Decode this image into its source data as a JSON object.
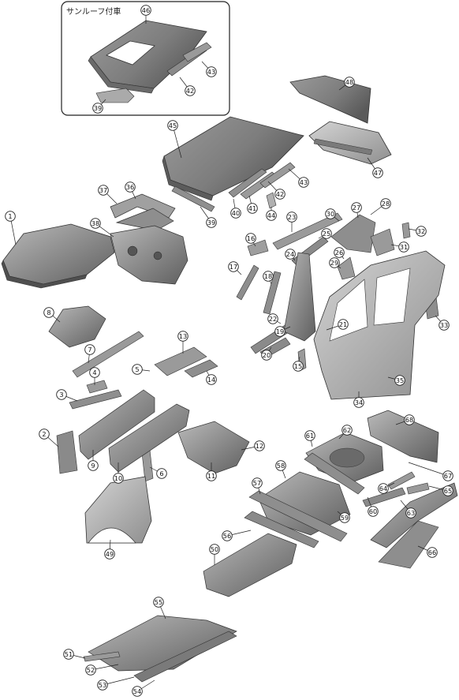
{
  "inset": {
    "title": "サンルーフ付車"
  },
  "palette": {
    "part_fill": "#8a8a8a",
    "part_dark": "#5e5e5e",
    "part_light": "#c4c4c4",
    "stroke": "#222222"
  },
  "callouts": [
    {
      "id": "c1",
      "label": "1"
    },
    {
      "id": "c2",
      "label": "2"
    },
    {
      "id": "c3",
      "label": "3"
    },
    {
      "id": "c4",
      "label": "4"
    },
    {
      "id": "c5",
      "label": "5"
    },
    {
      "id": "c6",
      "label": "6"
    },
    {
      "id": "c7",
      "label": "7"
    },
    {
      "id": "c8",
      "label": "8"
    },
    {
      "id": "c9",
      "label": "9"
    },
    {
      "id": "c10",
      "label": "10"
    },
    {
      "id": "c11",
      "label": "11"
    },
    {
      "id": "c12",
      "label": "12"
    },
    {
      "id": "c13",
      "label": "13"
    },
    {
      "id": "c14",
      "label": "14"
    },
    {
      "id": "c15",
      "label": "15"
    },
    {
      "id": "c16",
      "label": "16"
    },
    {
      "id": "c17",
      "label": "17"
    },
    {
      "id": "c18",
      "label": "18"
    },
    {
      "id": "c19",
      "label": "19"
    },
    {
      "id": "c20",
      "label": "20"
    },
    {
      "id": "c21",
      "label": "21"
    },
    {
      "id": "c22",
      "label": "22"
    },
    {
      "id": "c23",
      "label": "23"
    },
    {
      "id": "c24",
      "label": "24"
    },
    {
      "id": "c25",
      "label": "25"
    },
    {
      "id": "c26",
      "label": "26"
    },
    {
      "id": "c27",
      "label": "27"
    },
    {
      "id": "c28",
      "label": "28"
    },
    {
      "id": "c29",
      "label": "29"
    },
    {
      "id": "c30",
      "label": "30"
    },
    {
      "id": "c31",
      "label": "31"
    },
    {
      "id": "c32",
      "label": "32"
    },
    {
      "id": "c33",
      "label": "33"
    },
    {
      "id": "c34",
      "label": "34"
    },
    {
      "id": "c35",
      "label": "35"
    },
    {
      "id": "c36",
      "label": "36"
    },
    {
      "id": "c37",
      "label": "37"
    },
    {
      "id": "c38",
      "label": "38"
    },
    {
      "id": "c39a",
      "label": "39"
    },
    {
      "id": "c39b",
      "label": "39"
    },
    {
      "id": "c40",
      "label": "40"
    },
    {
      "id": "c41",
      "label": "41"
    },
    {
      "id": "c42a",
      "label": "42"
    },
    {
      "id": "c42b",
      "label": "42"
    },
    {
      "id": "c43a",
      "label": "43"
    },
    {
      "id": "c43b",
      "label": "43"
    },
    {
      "id": "c44",
      "label": "44"
    },
    {
      "id": "c45",
      "label": "45"
    },
    {
      "id": "c46",
      "label": "46"
    },
    {
      "id": "c47",
      "label": "47"
    },
    {
      "id": "c48",
      "label": "48"
    },
    {
      "id": "c49",
      "label": "49"
    },
    {
      "id": "c50",
      "label": "50"
    },
    {
      "id": "c51",
      "label": "51"
    },
    {
      "id": "c52",
      "label": "52"
    },
    {
      "id": "c53",
      "label": "53"
    },
    {
      "id": "c54",
      "label": "54"
    },
    {
      "id": "c55",
      "label": "55"
    },
    {
      "id": "c56",
      "label": "56"
    },
    {
      "id": "c57",
      "label": "57"
    },
    {
      "id": "c58",
      "label": "58"
    },
    {
      "id": "c59",
      "label": "59"
    },
    {
      "id": "c60",
      "label": "60"
    },
    {
      "id": "c61",
      "label": "61"
    },
    {
      "id": "c62",
      "label": "62"
    },
    {
      "id": "c63",
      "label": "63"
    },
    {
      "id": "c64",
      "label": "64"
    },
    {
      "id": "c65",
      "label": "65"
    },
    {
      "id": "c66",
      "label": "66"
    },
    {
      "id": "c67",
      "label": "67"
    },
    {
      "id": "c68",
      "label": "68"
    }
  ]
}
